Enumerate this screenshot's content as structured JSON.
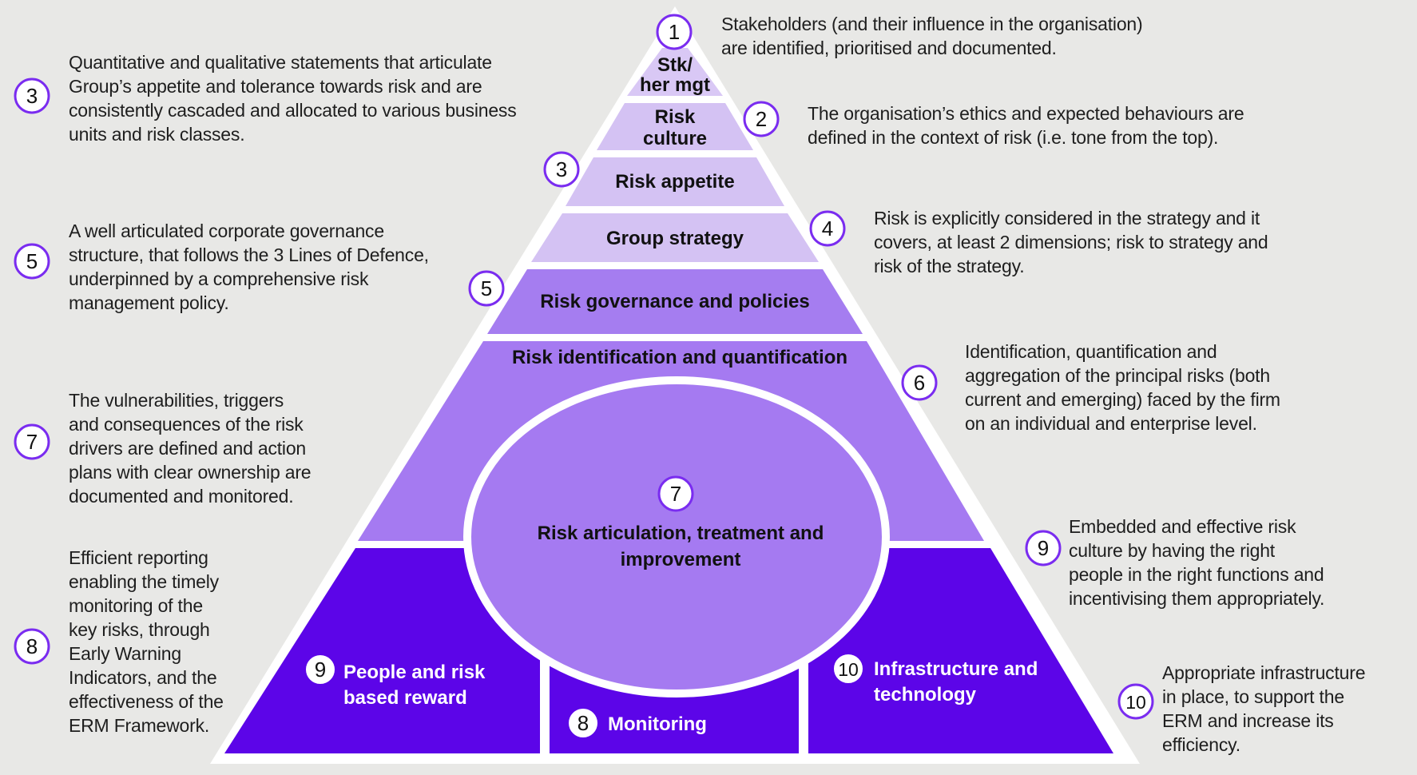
{
  "colors": {
    "background": "#e8e8e6",
    "tier_top": "#d9c8f5",
    "tier_light": "#d4c2f3",
    "tier_mid": "#a57df0",
    "tier_large": "#a57af1",
    "tier_base": "#5c05e8",
    "badge_outline": "#7a2cf0",
    "separator": "#ffffff"
  },
  "pyramid": {
    "stakeholder": {
      "badge": "1",
      "label_line1": "Stk/",
      "label_line2": "her mgt"
    },
    "culture": {
      "badge": "2",
      "label_line1": "Risk",
      "label_line2": "culture"
    },
    "appetite": {
      "badge": "3",
      "label": "Risk appetite"
    },
    "strategy": {
      "badge": "4",
      "label": "Group strategy"
    },
    "governance": {
      "badge": "5",
      "label": "Risk governance and policies"
    },
    "identification": {
      "badge": "6",
      "label": "Risk identification and quantification"
    },
    "articulation": {
      "badge": "7",
      "label_line1": "Risk articulation, treatment and",
      "label_line2": "improvement"
    },
    "people": {
      "badge": "9",
      "label_line1": "People and risk",
      "label_line2": "based reward"
    },
    "monitoring": {
      "badge": "8",
      "label": "Monitoring"
    },
    "infrastructure": {
      "badge": "10",
      "label_line1": "Infrastructure and",
      "label_line2": "technology"
    }
  },
  "descriptions": [
    {
      "number": "1",
      "lines": [
        "Stakeholders (and their influence in the organisation)",
        "are identified, prioritised and documented."
      ]
    },
    {
      "number": "2",
      "lines": [
        "The organisation’s ethics and expected behaviours are",
        "defined in the context of risk (i.e. tone from the top)."
      ]
    },
    {
      "number": "3",
      "lines": [
        "Quantitative and qualitative statements that articulate",
        "Group’s appetite and tolerance towards risk and are",
        "consistently cascaded and allocated to various business",
        "units and risk classes."
      ]
    },
    {
      "number": "4",
      "lines": [
        "Risk is explicitly considered in the strategy and it",
        "covers, at least 2 dimensions; risk to strategy and",
        "risk of the strategy."
      ]
    },
    {
      "number": "5",
      "lines": [
        "A well articulated corporate governance",
        "structure, that follows the 3 Lines of Defence,",
        "underpinned by a comprehensive risk",
        "management policy."
      ]
    },
    {
      "number": "6",
      "lines": [
        "Identification, quantification and",
        "aggregation of the principal risks (both",
        "current and emerging) faced by the firm",
        "on an individual and enterprise level."
      ]
    },
    {
      "number": "7",
      "lines": [
        "The vulnerabilities, triggers",
        "and consequences of the risk",
        "drivers are defined and action",
        "plans with clear ownership are",
        "documented and monitored."
      ]
    },
    {
      "number": "8",
      "lines": [
        "Efficient reporting",
        "enabling the timely",
        "monitoring of the",
        "key risks, through",
        "Early Warning",
        "Indicators, and the",
        "effectiveness of the",
        "ERM Framework."
      ]
    },
    {
      "number": "9",
      "lines": [
        "Embedded and effective risk",
        "culture by having the right",
        "people in the right functions and",
        "incentivising them appropriately."
      ]
    },
    {
      "number": "10",
      "lines": [
        "Appropriate infrastructure",
        "in place, to support the",
        "ERM and increase its",
        "efficiency."
      ]
    }
  ]
}
